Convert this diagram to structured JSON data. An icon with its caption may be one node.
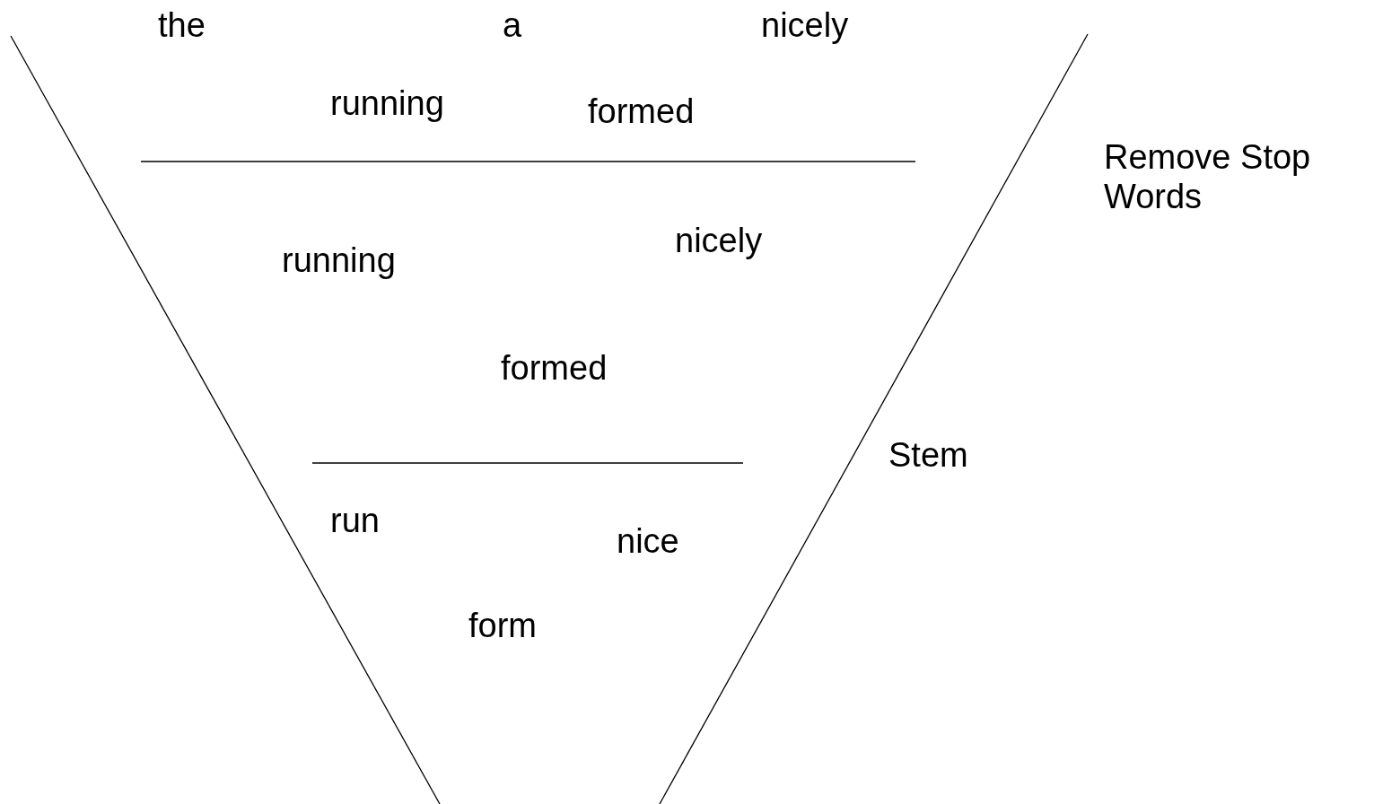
{
  "diagram": {
    "labels": [
      "the",
      "a",
      "nicely",
      "running",
      "formed",
      "Remove Stop Words",
      "nicely",
      "running",
      "formed",
      "Stem",
      "run",
      "nice",
      "form"
    ]
  }
}
